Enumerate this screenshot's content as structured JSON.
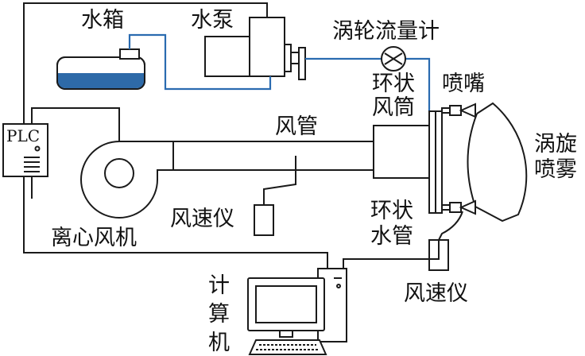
{
  "labels": {
    "water_tank": "水箱",
    "water_pump": "水泵",
    "turbine_flowmeter": "涡轮流量计",
    "annular_air_duct_l1": "环状",
    "annular_air_duct_l2": "风筒",
    "nozzle": "喷嘴",
    "air_pipe": "风管",
    "swirl_spray_l1": "涡旋",
    "swirl_spray_l2": "喷雾",
    "plc": "PLC",
    "centrifugal_fan": "离心风机",
    "anemometer_left": "风速仪",
    "annular_water_pipe_l1": "环状",
    "annular_water_pipe_l2": "水管",
    "anemometer_right": "风速仪",
    "computer_c1": "计",
    "computer_c2": "算",
    "computer_c3": "机"
  },
  "colors": {
    "line": "#1a1a1a",
    "water_line": "#2a6bb0",
    "water_fill": "#2e6aa8"
  }
}
